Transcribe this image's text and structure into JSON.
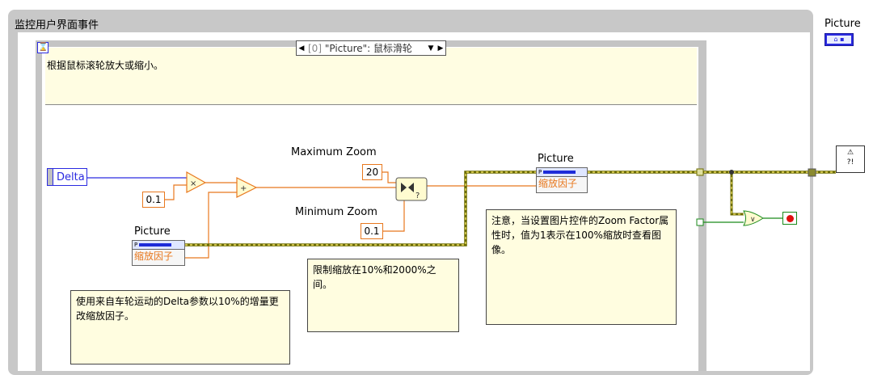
{
  "while_loop": {
    "title": "监控用户界面事件"
  },
  "event_structure": {
    "selector_index": "[0]",
    "selector_label": "\"Picture\": 鼠标滑轮",
    "note": "根据鼠标滚轮放大或缩小。"
  },
  "event_data": {
    "delta_label": "Delta"
  },
  "constants": {
    "zoom_step": "0.1",
    "max_zoom": "20",
    "min_zoom": "0.1"
  },
  "labels": {
    "max_zoom": "Maximum Zoom",
    "min_zoom": "Minimum Zoom",
    "picture_read": "Picture",
    "picture_write": "Picture",
    "picture_control": "Picture"
  },
  "property_nodes": {
    "zoom_property": "缩放因子"
  },
  "comments": {
    "delta_note": "使用来自车轮运动的Delta参数以10%的增量更改缩放因子。",
    "clamp_note": "限制缩放在10%和2000%之间。",
    "zoom_note": "注意，当设置图片控件的Zoom Factor属性时，值为1表示在100%缩放时查看图像。"
  },
  "icons": {
    "error": "error-handler-icon",
    "stop": "stop-terminal-icon",
    "picture_terminal": "picture-control-icon"
  },
  "colors": {
    "numeric_wire": "#e8781e",
    "refnum_wire": "#2a2ae0",
    "error_wire": "#6b6b00",
    "comment_bg": "#fffde0",
    "loop_frame": "#c8c8c8"
  }
}
